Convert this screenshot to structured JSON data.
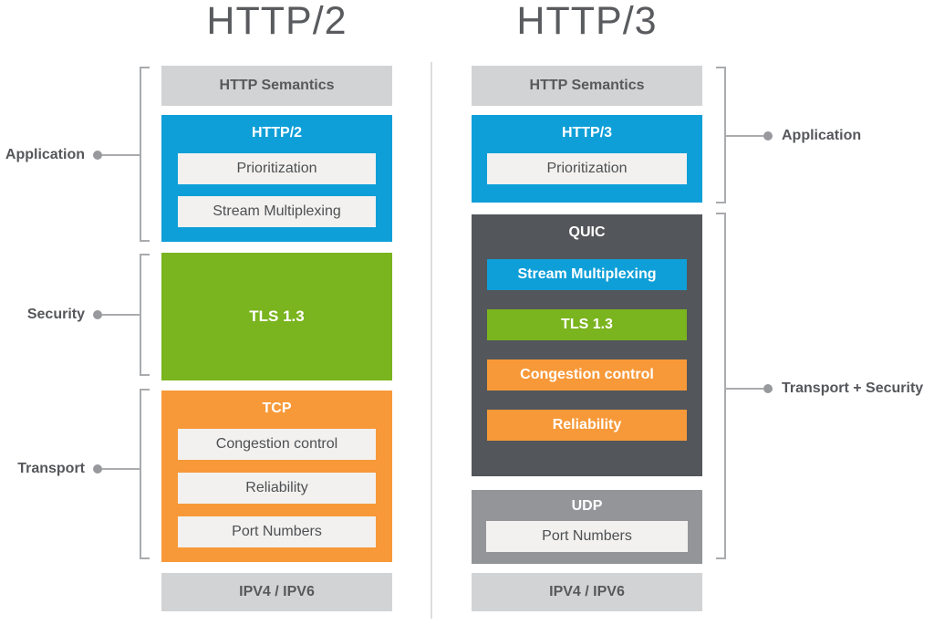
{
  "titles": {
    "left": "HTTP/2",
    "right": "HTTP/3"
  },
  "left_stack": {
    "semantics": "HTTP Semantics",
    "http2": {
      "title": "HTTP/2",
      "items": [
        "Prioritization",
        "Stream Multiplexing"
      ]
    },
    "tls": "TLS 1.3",
    "tcp": {
      "title": "TCP",
      "items": [
        "Congestion control",
        "Reliability",
        "Port Numbers"
      ]
    },
    "ip": "IPV4 / IPV6"
  },
  "right_stack": {
    "semantics": "HTTP Semantics",
    "http3": {
      "title": "HTTP/3",
      "items": [
        "Prioritization"
      ]
    },
    "quic": {
      "title": "QUIC",
      "chips": [
        {
          "label": "Stream Multiplexing",
          "color": "#0f9fd8"
        },
        {
          "label": "TLS 1.3",
          "color": "#7ab41e"
        },
        {
          "label": "Congestion control",
          "color": "#f79939"
        },
        {
          "label": "Reliability",
          "color": "#f79939"
        }
      ]
    },
    "udp": {
      "title": "UDP",
      "items": [
        "Port Numbers"
      ]
    },
    "ip": "IPV4 / IPV6"
  },
  "side_labels": {
    "left": [
      "Application",
      "Security",
      "Transport"
    ],
    "right": [
      "Application",
      "Transport + Security"
    ]
  },
  "colors": {
    "blue": "#0f9fd8",
    "green": "#7ab41e",
    "orange": "#f79939",
    "dark_gray": "#53565a",
    "udp_gray": "#939598",
    "light_gray": "#d2d3d4",
    "chip_white": "#f2f1ef",
    "text_dark": "#55575b",
    "line_gray": "#a9abae"
  }
}
